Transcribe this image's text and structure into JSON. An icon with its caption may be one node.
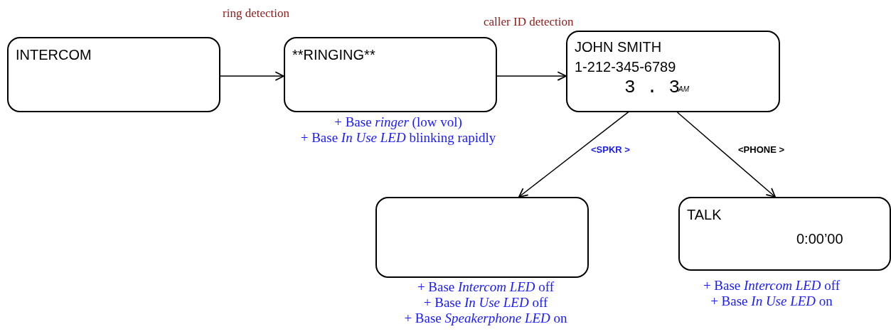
{
  "diagram": {
    "nodes": [
      {
        "text": [
          "INTERCOM"
        ]
      },
      {
        "text": [
          "**RINGING**"
        ],
        "beside": [
          "+ Base *ringer* (low vol)",
          "+ Base *In Use LED* blinking rapidly"
        ]
      },
      {
        "text": [
          "JOHN SMITH",
          "1-212-345-6789",
          "3 . 3",
          "AM"
        ]
      },
      {
        "text": [],
        "shape": "box",
        "beside": [
          "+ Base *Intercom LED* off",
          "+ Base *In Use LED* off",
          "+ Base *Speakerphone LED* on"
        ]
      },
      {
        "text": [
          "TALK",
          "0:00’00"
        ],
        "beside": [
          "+ Base *Intercom LED* off",
          "+ Base *In Use LED* on"
        ]
      }
    ],
    "edges": [
      {
        "from": 0,
        "to": 1,
        "arrow": "to",
        "label": "ring detection"
      },
      {
        "from": 1,
        "to": 2,
        "arrow": "to",
        "label": "caller ID detection"
      },
      {
        "from": 2,
        "to": 3,
        "arrow": "to",
        "label": "<SPKR >"
      },
      {
        "from": 2,
        "to": 4,
        "arrow": "to",
        "label": "<PHONE >"
      }
    ]
  }
}
